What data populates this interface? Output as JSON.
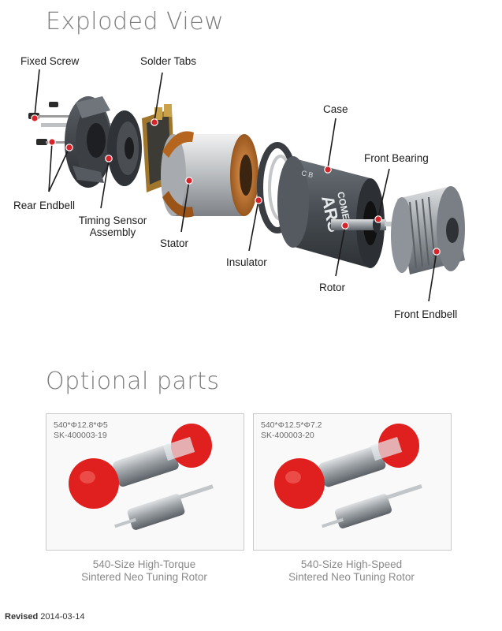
{
  "sections": {
    "exploded_title": "Exploded View",
    "optional_title": "Optional parts"
  },
  "callouts": {
    "fixed_screw": "Fixed Screw",
    "solder_tabs": "Solder Tabs",
    "case": "Case",
    "front_bearing": "Front Bearing",
    "rear_endbell": "Rear Endbell",
    "timing_sensor_line1": "Timing Sensor",
    "timing_sensor_line2": "Assembly",
    "stator": "Stator",
    "insulator": "Insulator",
    "rotor": "Rotor",
    "front_endbell": "Front Endbell"
  },
  "case_branding": {
    "brand": "ARS",
    "model": "COMET",
    "letters": "C B"
  },
  "optional_parts": [
    {
      "spec_line1": "540*Φ12.8*Φ5",
      "spec_line2": "SK-400003-19",
      "caption_line1": "540-Size High-Torque",
      "caption_line2": "Sintered Neo Tuning Rotor"
    },
    {
      "spec_line1": "540*Φ12.5*Φ7.2",
      "spec_line2": "SK-400003-20",
      "caption_line1": "540-Size High-Speed",
      "caption_line2": "Sintered Neo Tuning Rotor"
    }
  ],
  "footer": {
    "revised_label": "Revised",
    "revised_date": "2014-03-14"
  },
  "colors": {
    "marker_red": "#d8232a",
    "rotor_cap_red": "#e0201f",
    "title_gray": "#7d7d7d",
    "copper": "#b5651d",
    "dark_metal": "#4a4f55"
  }
}
